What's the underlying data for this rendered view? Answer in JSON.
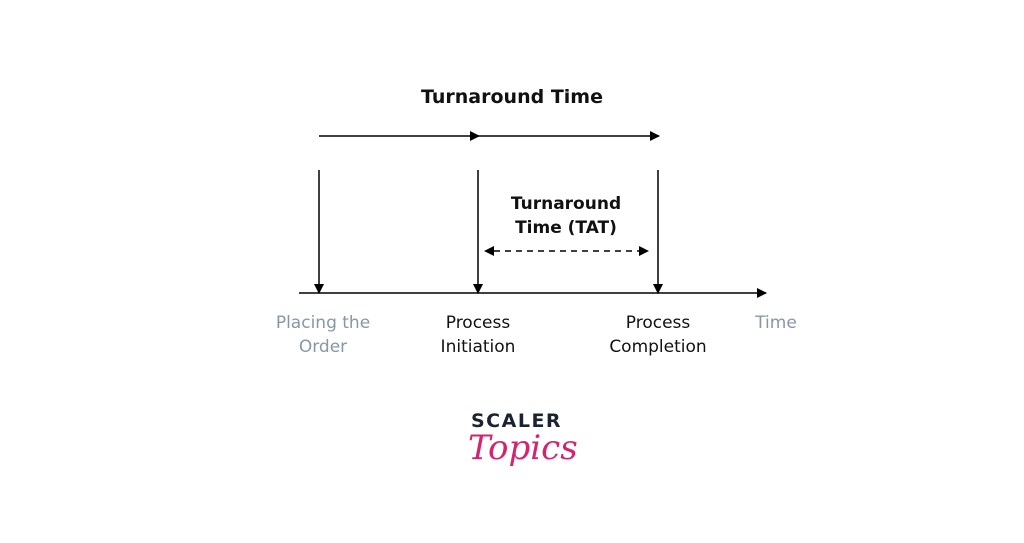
{
  "title": "Turnaround Time",
  "tat_label": [
    "Turnaround",
    "Time (TAT)"
  ],
  "events": [
    {
      "line1": "Placing the",
      "line2": "Order"
    },
    {
      "line1": "Process",
      "line2": "Initiation"
    },
    {
      "line1": "Process",
      "line2": "Completion"
    }
  ],
  "axis_label": "Time",
  "logo": {
    "top": "SCALER",
    "bottom": "Topics"
  },
  "colors": {
    "line": "#000000",
    "gray_text": "#8796a8",
    "logo_dark": "#1b2333",
    "logo_pink": "#d3246f"
  }
}
